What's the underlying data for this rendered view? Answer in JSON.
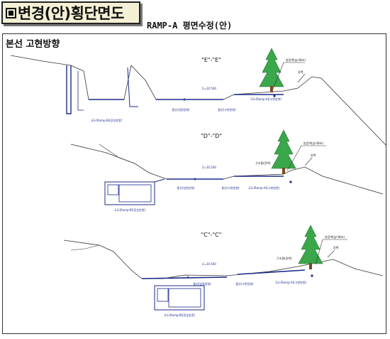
{
  "header": {
    "title": "변경(안)횡단면도",
    "subtitle": "RAMP-A 평면수정(안)"
  },
  "frame": {
    "label": "본선 고현방향"
  },
  "sections": [
    {
      "name": "\"E\"-\"E\"",
      "width_label": "2=10.500",
      "labels": [
        "국도(Ramp-B)[광승방향]",
        "울산(일원방향)",
        "울산(고현방향)",
        "국도(Ramp-A)[고현방향]"
      ],
      "callouts": [
        "방음벽(높이6m)",
        "옹벽"
      ],
      "colors": {
        "line": "#1c2a8a",
        "tree": "#3aa74a",
        "trunk": "#7a4a22"
      }
    },
    {
      "name": "\"D\"-\"D\"",
      "width_label": "2=10.500",
      "labels": [
        "국도(Ramp-B)[광승방향]",
        "울산(일원방향)",
        "울산(고현방향)",
        "국도(Ramp-A)[고현방향]"
      ],
      "callouts": [
        "방음벽(높이6m)",
        "옹벽",
        "구조물(옹벽)"
      ],
      "colors": {
        "line": "#1c2a8a",
        "tree": "#3aa74a",
        "trunk": "#7a4a22"
      }
    },
    {
      "name": "\"C\"-\"C\"",
      "width_label": "2=10.500",
      "labels": [
        "국도(Ramp-B)[광승방향]",
        "울산(일원방향)",
        "울산(고현방향)",
        "국도(Ramp-A)[고현방향]"
      ],
      "callouts": [
        "방음벽(높이6m)",
        "옹벽",
        "구조물(옹벽)"
      ],
      "colors": {
        "line": "#1c2a8a",
        "tree": "#3aa74a",
        "trunk": "#7a4a22"
      }
    }
  ]
}
